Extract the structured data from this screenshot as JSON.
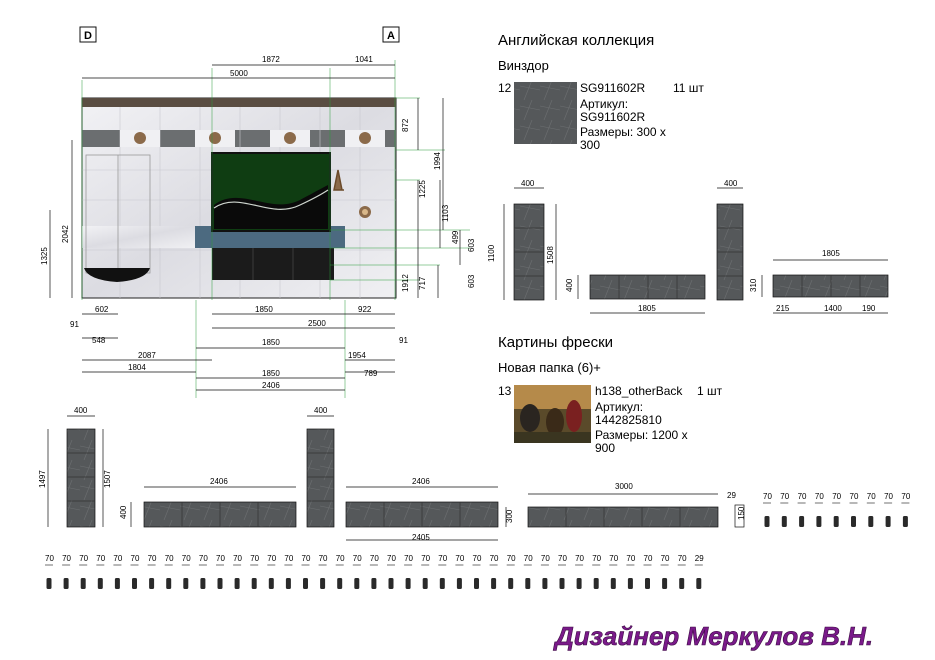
{
  "corner_labels": {
    "left": "D",
    "right": "A"
  },
  "wall_dims": {
    "top": [
      "1872",
      "1041",
      "5000"
    ],
    "right": [
      "872",
      "1994",
      "1225",
      "1103",
      "499",
      "603",
      "603",
      "1912",
      "717"
    ],
    "left": [
      "1325",
      "2042"
    ],
    "bottom": [
      "602",
      "91",
      "548",
      "1850",
      "922",
      "2500",
      "1850",
      "2087",
      "1954",
      "91",
      "1804",
      "1850",
      "789",
      "2406"
    ]
  },
  "material": {
    "collection": "Английская коллекция",
    "subcollection": "Винздор",
    "index": "12",
    "code": "SG911602R",
    "qty": "11 шт",
    "article_label": "Артикул:",
    "article": "SG911602R",
    "size_label": "Размеры: 300 х",
    "size_value": "300",
    "tile_color": "#55585a"
  },
  "fresco": {
    "collection": "Картины фрески",
    "subcollection": "Новая папка (6)+",
    "index": "13",
    "code": "h138_otherBack",
    "qty": "1 шт",
    "article_label": "Артикул:",
    "article": "1442825810",
    "size_label": "Размеры: 1200 х",
    "size_value": "900"
  },
  "layout_dims_right": {
    "p1": [
      "400",
      "1100",
      "1508"
    ],
    "p2": [
      "400",
      "1805"
    ],
    "p3": [
      "400",
      "310"
    ],
    "p4": [
      "1805",
      "215",
      "1400",
      "190"
    ]
  },
  "layout_dims_bottom": {
    "p1": [
      "400",
      "1497",
      "1507"
    ],
    "p2": [
      "400",
      "2406"
    ],
    "p3": [
      "400"
    ],
    "p4": [
      "2406",
      "300",
      "2405"
    ],
    "p5": [
      "3000",
      "29",
      "150"
    ]
  },
  "pieces_row_right": {
    "labels": [
      "70",
      "70",
      "70",
      "70",
      "70",
      "70",
      "70",
      "70",
      "70"
    ]
  },
  "pieces_row_bottom": {
    "labels": [
      "70",
      "70",
      "70",
      "70",
      "70",
      "70",
      "70",
      "70",
      "70",
      "70",
      "70",
      "70",
      "70",
      "70",
      "70",
      "70",
      "70",
      "70",
      "70",
      "70",
      "70",
      "70",
      "70",
      "70",
      "70",
      "70",
      "70",
      "70",
      "70",
      "70",
      "70",
      "70",
      "70",
      "70",
      "70",
      "70",
      "70",
      "70",
      "29"
    ]
  },
  "signature": "Дизайнер Меркулов В.Н.",
  "colors": {
    "line": "#111111",
    "dim_line": "#2a9d3a",
    "tile": "#55585a",
    "marble": "#e8e8ec",
    "signature": "#7a1a8a"
  }
}
